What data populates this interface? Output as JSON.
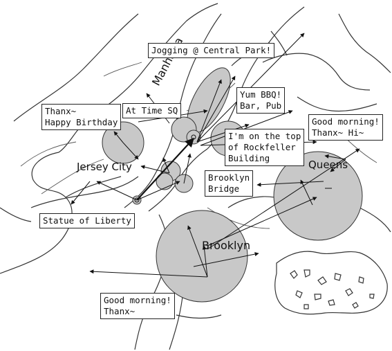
{
  "areas": {
    "manhattan": "Manhatta",
    "jersey_city": "Jersey City",
    "queens": "Queens",
    "brooklyn": "Brooklyn"
  },
  "annotations": {
    "jogging": "Jogging @ Central Park!",
    "birthday": "Thanx~\nHappy Birthday",
    "time_sq": "At Time SQ",
    "bbq": "Yum BBQ!\nBar, Pub",
    "rockefeller": "I'm on the top\nof Rockfeller\nBuilding",
    "good_morning_queens": "Good morning!\nThanx~ Hi~",
    "brooklyn_bridge": "Brooklyn\nBridge",
    "statue_of_liberty": "Statue of Liberty",
    "good_morning_brooklyn": "Good morning!\nThanx~"
  },
  "colors": {
    "cluster_fill": "#c8c8c8",
    "outline": "#222222",
    "background": "#ffffff"
  }
}
